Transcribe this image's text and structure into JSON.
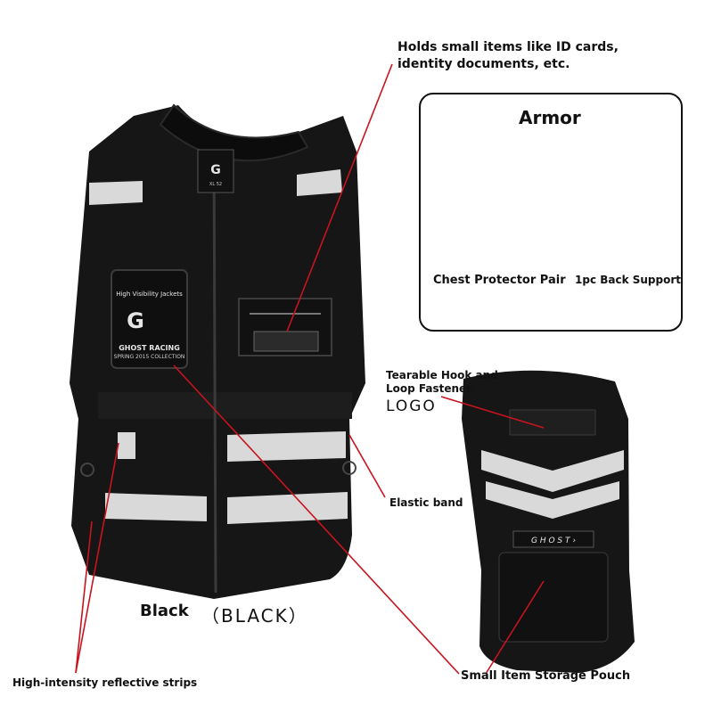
{
  "annotations": {
    "id_pocket": "Holds small items like ID cards, identity documents, etc.",
    "armor_title": "Armor",
    "chest_protector": "Chest Protector Pair",
    "back_support": "1pc Back Support",
    "hook_loop": "Tearable Hook and Loop Fastener",
    "logo": "LOGO",
    "elastic_band": "Elastic band",
    "color_name": "Black",
    "color_name_caps": "（BLACK）",
    "reflective_strips": "High-intensity reflective strips",
    "storage_pouch": "Small Item Storage Pouch"
  },
  "product_labels": {
    "front_pouch_line1": "High Visibility Jackets",
    "front_pouch_brand": "GHOST RACING",
    "front_pouch_collection": "SPRING 2015 COLLECTION",
    "back_patch_brand": "GHOST RACING",
    "neck_tag_size": "XL 52"
  },
  "colors": {
    "vest": "#141414",
    "reflective": "#d9d9d9",
    "callout_line": "#c8141e",
    "text": "#111111"
  }
}
